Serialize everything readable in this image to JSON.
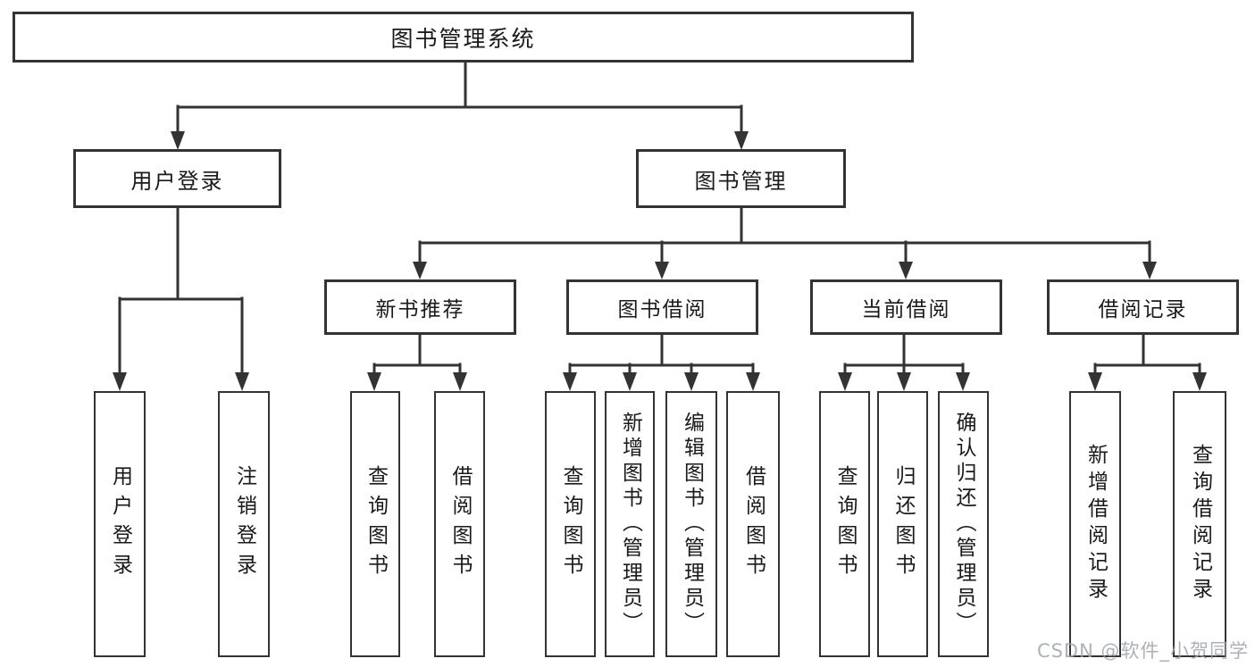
{
  "tree": {
    "root": "图书管理系统",
    "user_login": {
      "label": "用户登录",
      "children": {
        "login": "用户登录",
        "logout": "注销登录"
      }
    },
    "book_mgmt": {
      "label": "图书管理",
      "sections": {
        "new_book": {
          "label": "新书推荐",
          "children": {
            "query": "查询图书",
            "borrow": "借阅图书"
          }
        },
        "book_borrow": {
          "label": "图书借阅",
          "children": {
            "query": "查询图书",
            "add": "新增图书（管理员）",
            "edit": "编辑图书（管理员）",
            "borrow": "借阅图书"
          }
        },
        "current_borrow": {
          "label": "当前借阅",
          "children": {
            "query": "查询图书",
            "return": "归还图书",
            "confirm": "确认归还（管理员）"
          }
        },
        "borrow_record": {
          "label": "借阅记录",
          "children": {
            "add": "新增借阅记录",
            "query": "查询借阅记录"
          }
        }
      }
    }
  },
  "watermark": "CSDN @软件_小贺同学",
  "colors": {
    "line": "#333333",
    "box_border": "#333333",
    "text": "#1a1a1a",
    "background": "#ffffff",
    "watermark": "#9ea3aa"
  }
}
